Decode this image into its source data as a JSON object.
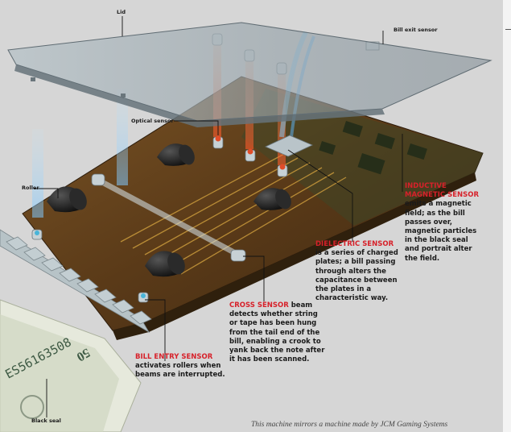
{
  "labels": {
    "lid": "Lid",
    "bill_exit": "Bill exit sensor",
    "optical": "Optical sensor",
    "roller": "Roller",
    "black_seal": "Black seal"
  },
  "callouts": {
    "inductive": {
      "head_1": "INDUCTIVE",
      "head_2": "MAGNETIC SENSOR",
      "body": [
        "emits a magnetic",
        "field; as the bill",
        "passes over,",
        "magnetic particles",
        "in the black seal",
        "and portrait alter",
        "the field."
      ]
    },
    "dielectric": {
      "head": "DIELECTRIC SENSOR",
      "body": [
        "is a series of charged",
        "plates; a bill passing",
        "through alters the",
        "capacitance between",
        "the plates in a",
        "characteristic way."
      ]
    },
    "cross": {
      "head": "CROSS SENSOR",
      "head_tail": " beam",
      "body": [
        "detects whether string",
        "or tape has been hung",
        "from the tail end of the",
        "bill, enabling a crook to",
        "yank back the note after",
        "it has been scanned."
      ]
    },
    "bill_entry": {
      "head": "BILL ENTRY SENSOR",
      "body": [
        "activates rollers when",
        "beams are interrupted."
      ]
    }
  },
  "banknote": {
    "serial": "ES56163508",
    "corner": "50"
  },
  "caption": "This machine mirrors a machine made by JCM Gaming Systems",
  "colors": {
    "background": "#d6d6d6",
    "accent": "#d7212a",
    "board": "#5c3d1b",
    "traces": "#c99a3c",
    "lid": "#9aa6ad",
    "roller": "#1e1e1e"
  }
}
